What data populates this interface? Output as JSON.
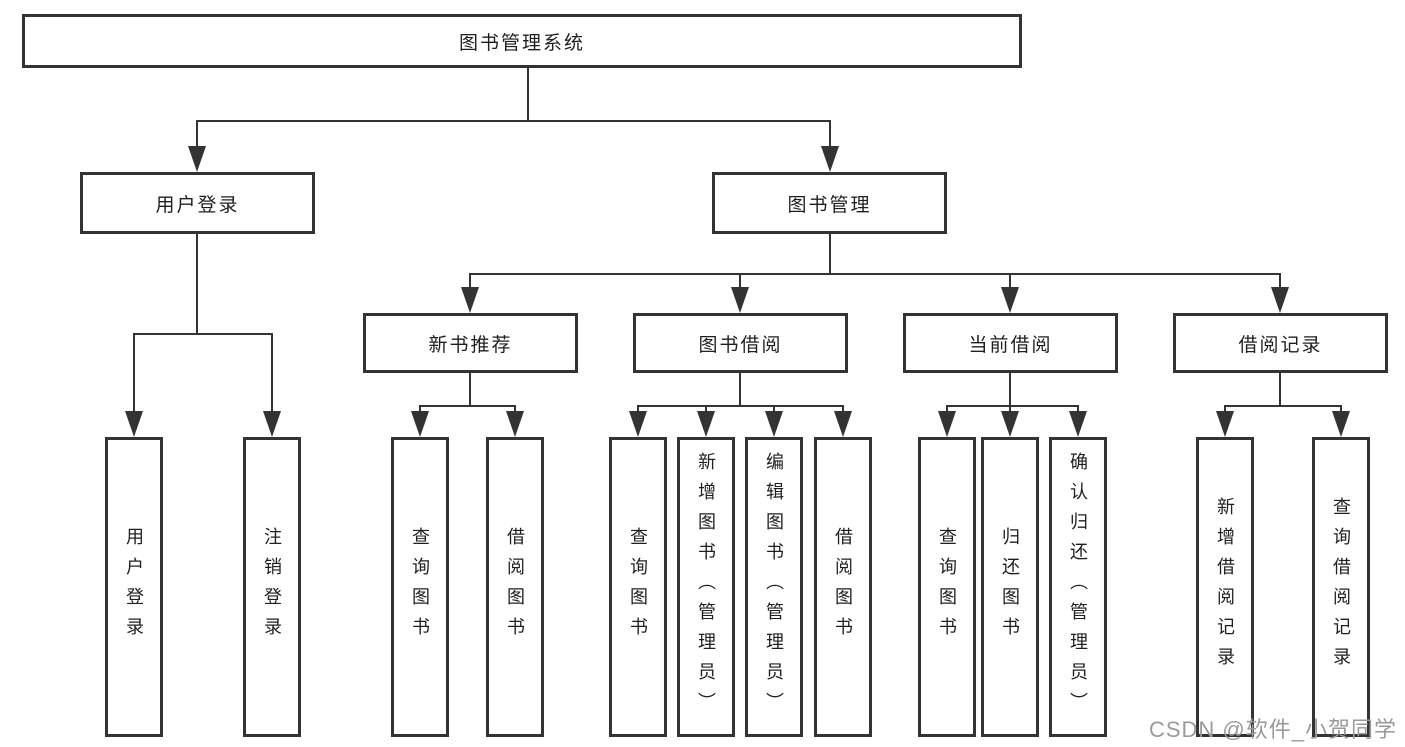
{
  "diagram": {
    "title": "图书管理系统",
    "colors": {
      "line": "#333333",
      "text": "#1f1f1f",
      "background": "#ffffff",
      "watermark": "#9a9a9a"
    },
    "tree": {
      "root": {
        "label": "图书管理系统",
        "children": [
          {
            "label": "用户登录",
            "children": [
              {
                "label": "用户登录"
              },
              {
                "label": "注销登录"
              }
            ]
          },
          {
            "label": "图书管理",
            "children": [
              {
                "label": "新书推荐",
                "children": [
                  {
                    "label": "查询图书"
                  },
                  {
                    "label": "借阅图书"
                  }
                ]
              },
              {
                "label": "图书借阅",
                "children": [
                  {
                    "label": "查询图书"
                  },
                  {
                    "label": "新增图书（管理员）"
                  },
                  {
                    "label": "编辑图书（管理员）"
                  },
                  {
                    "label": "借阅图书"
                  }
                ]
              },
              {
                "label": "当前借阅",
                "children": [
                  {
                    "label": "查询图书"
                  },
                  {
                    "label": "归还图书"
                  },
                  {
                    "label": "确认归还（管理员）"
                  }
                ]
              },
              {
                "label": "借阅记录",
                "children": [
                  {
                    "label": "新增借阅记录"
                  },
                  {
                    "label": "查询借阅记录"
                  }
                ]
              }
            ]
          }
        ]
      }
    },
    "watermark": "CSDN @软件_小贺同学"
  }
}
